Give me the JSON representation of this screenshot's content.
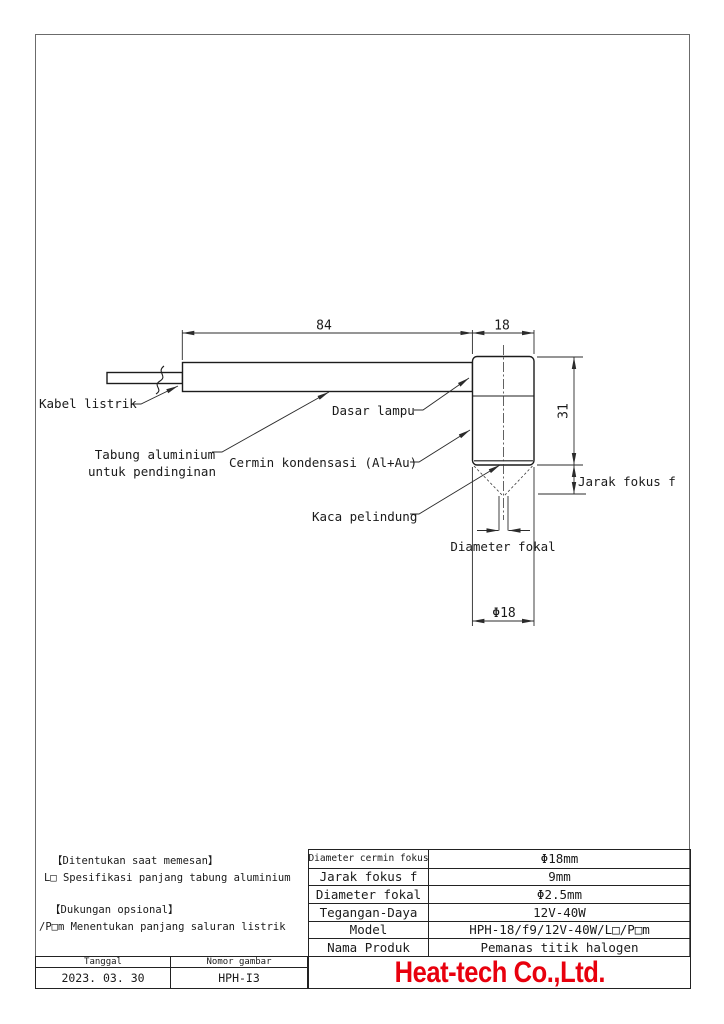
{
  "drawing": {
    "dimensions": {
      "tube_length": "84",
      "head_width": "18",
      "head_height": "31",
      "head_diameter": "Φ18"
    },
    "labels": {
      "cable": "Kabel listrik",
      "tube_line1": "Tabung aluminium",
      "tube_line2": "untuk pendinginan",
      "condenser_mirror": "Cermin kondensasi (Al+Au)",
      "lamp_base": "Dasar lampu",
      "protective_glass": "Kaca pelindung",
      "focal_distance": "Jarak fokus f",
      "focal_diameter": "Diameter fokal"
    }
  },
  "notes": {
    "order_title": "【Ditentukan saat memesan】",
    "order_body": "L□ Spesifikasi panjang tabung aluminium",
    "optional_title": "【Dukungan opsional】",
    "optional_body": "/P□m Menentukan panjang saluran listrik"
  },
  "title_block": {
    "date_label": "Tanggal",
    "date_value": "2023. 03. 30",
    "drawing_number_label": "Nomor gambar",
    "drawing_number_value": "HPH-I3"
  },
  "spec_table": {
    "rows": [
      {
        "label": "Diameter cermin fokus",
        "value": "Φ18mm"
      },
      {
        "label": "Jarak fokus f",
        "value": "9mm"
      },
      {
        "label": "Diameter fokal",
        "value": "Φ2.5mm"
      },
      {
        "label": "Tegangan-Daya",
        "value": "12V-40W"
      },
      {
        "label": "Model",
        "value": "HPH-18/f9/12V-40W/L□/P□m"
      },
      {
        "label": "Nama Produk",
        "value": "Pemanas titik halogen"
      }
    ]
  },
  "logo": {
    "text": "Heat-tech Co.,Ltd.",
    "color": "#e8000d"
  }
}
